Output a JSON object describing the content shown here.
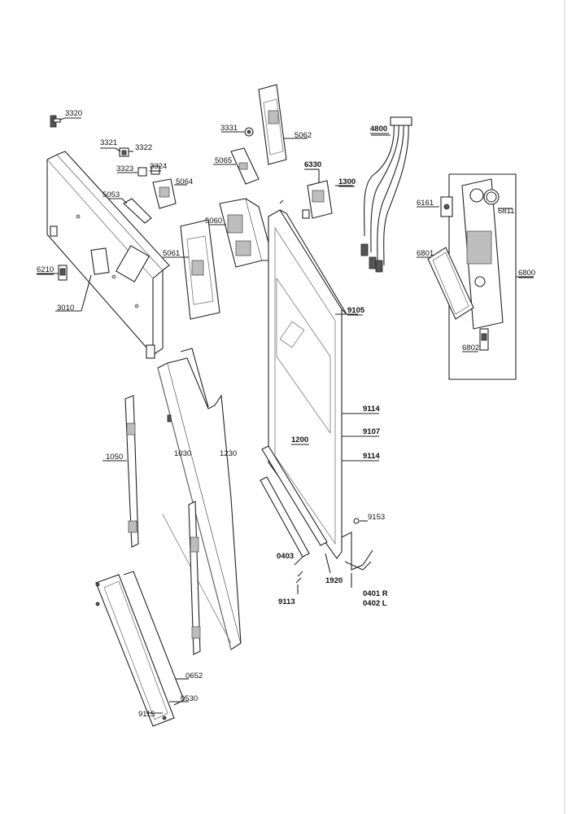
{
  "labels": {
    "p3320": "3320",
    "p3321": "3321",
    "p3322": "3322",
    "p3323": "3323",
    "p3324": "3324",
    "p3331": "3331",
    "p5062": "5062",
    "p5065": "5065",
    "p6330": "6330",
    "p1300": "1300",
    "p4800": "4800",
    "p5053": "5053",
    "p5064": "5064",
    "p5060": "5060",
    "p6161": "6161",
    "p6811": "6811",
    "p6801": "6801",
    "p6800": "6800",
    "p6802": "6802",
    "p6210": "6210",
    "p5061": "5061",
    "p3010": "3010",
    "p9105": "9105",
    "p9114a": "9114",
    "p9107": "9107",
    "p9114b": "9114",
    "p1200": "1200",
    "p1050": "1050",
    "p1030": "1030",
    "p1230": "1230",
    "p9153": "9153",
    "p0403": "0403",
    "p1920": "1920",
    "p9113": "9113",
    "p0401r": "0401 R",
    "p0402l": "0402 L",
    "p0652": "0652",
    "p0530": "0530",
    "p9115": "9115"
  }
}
